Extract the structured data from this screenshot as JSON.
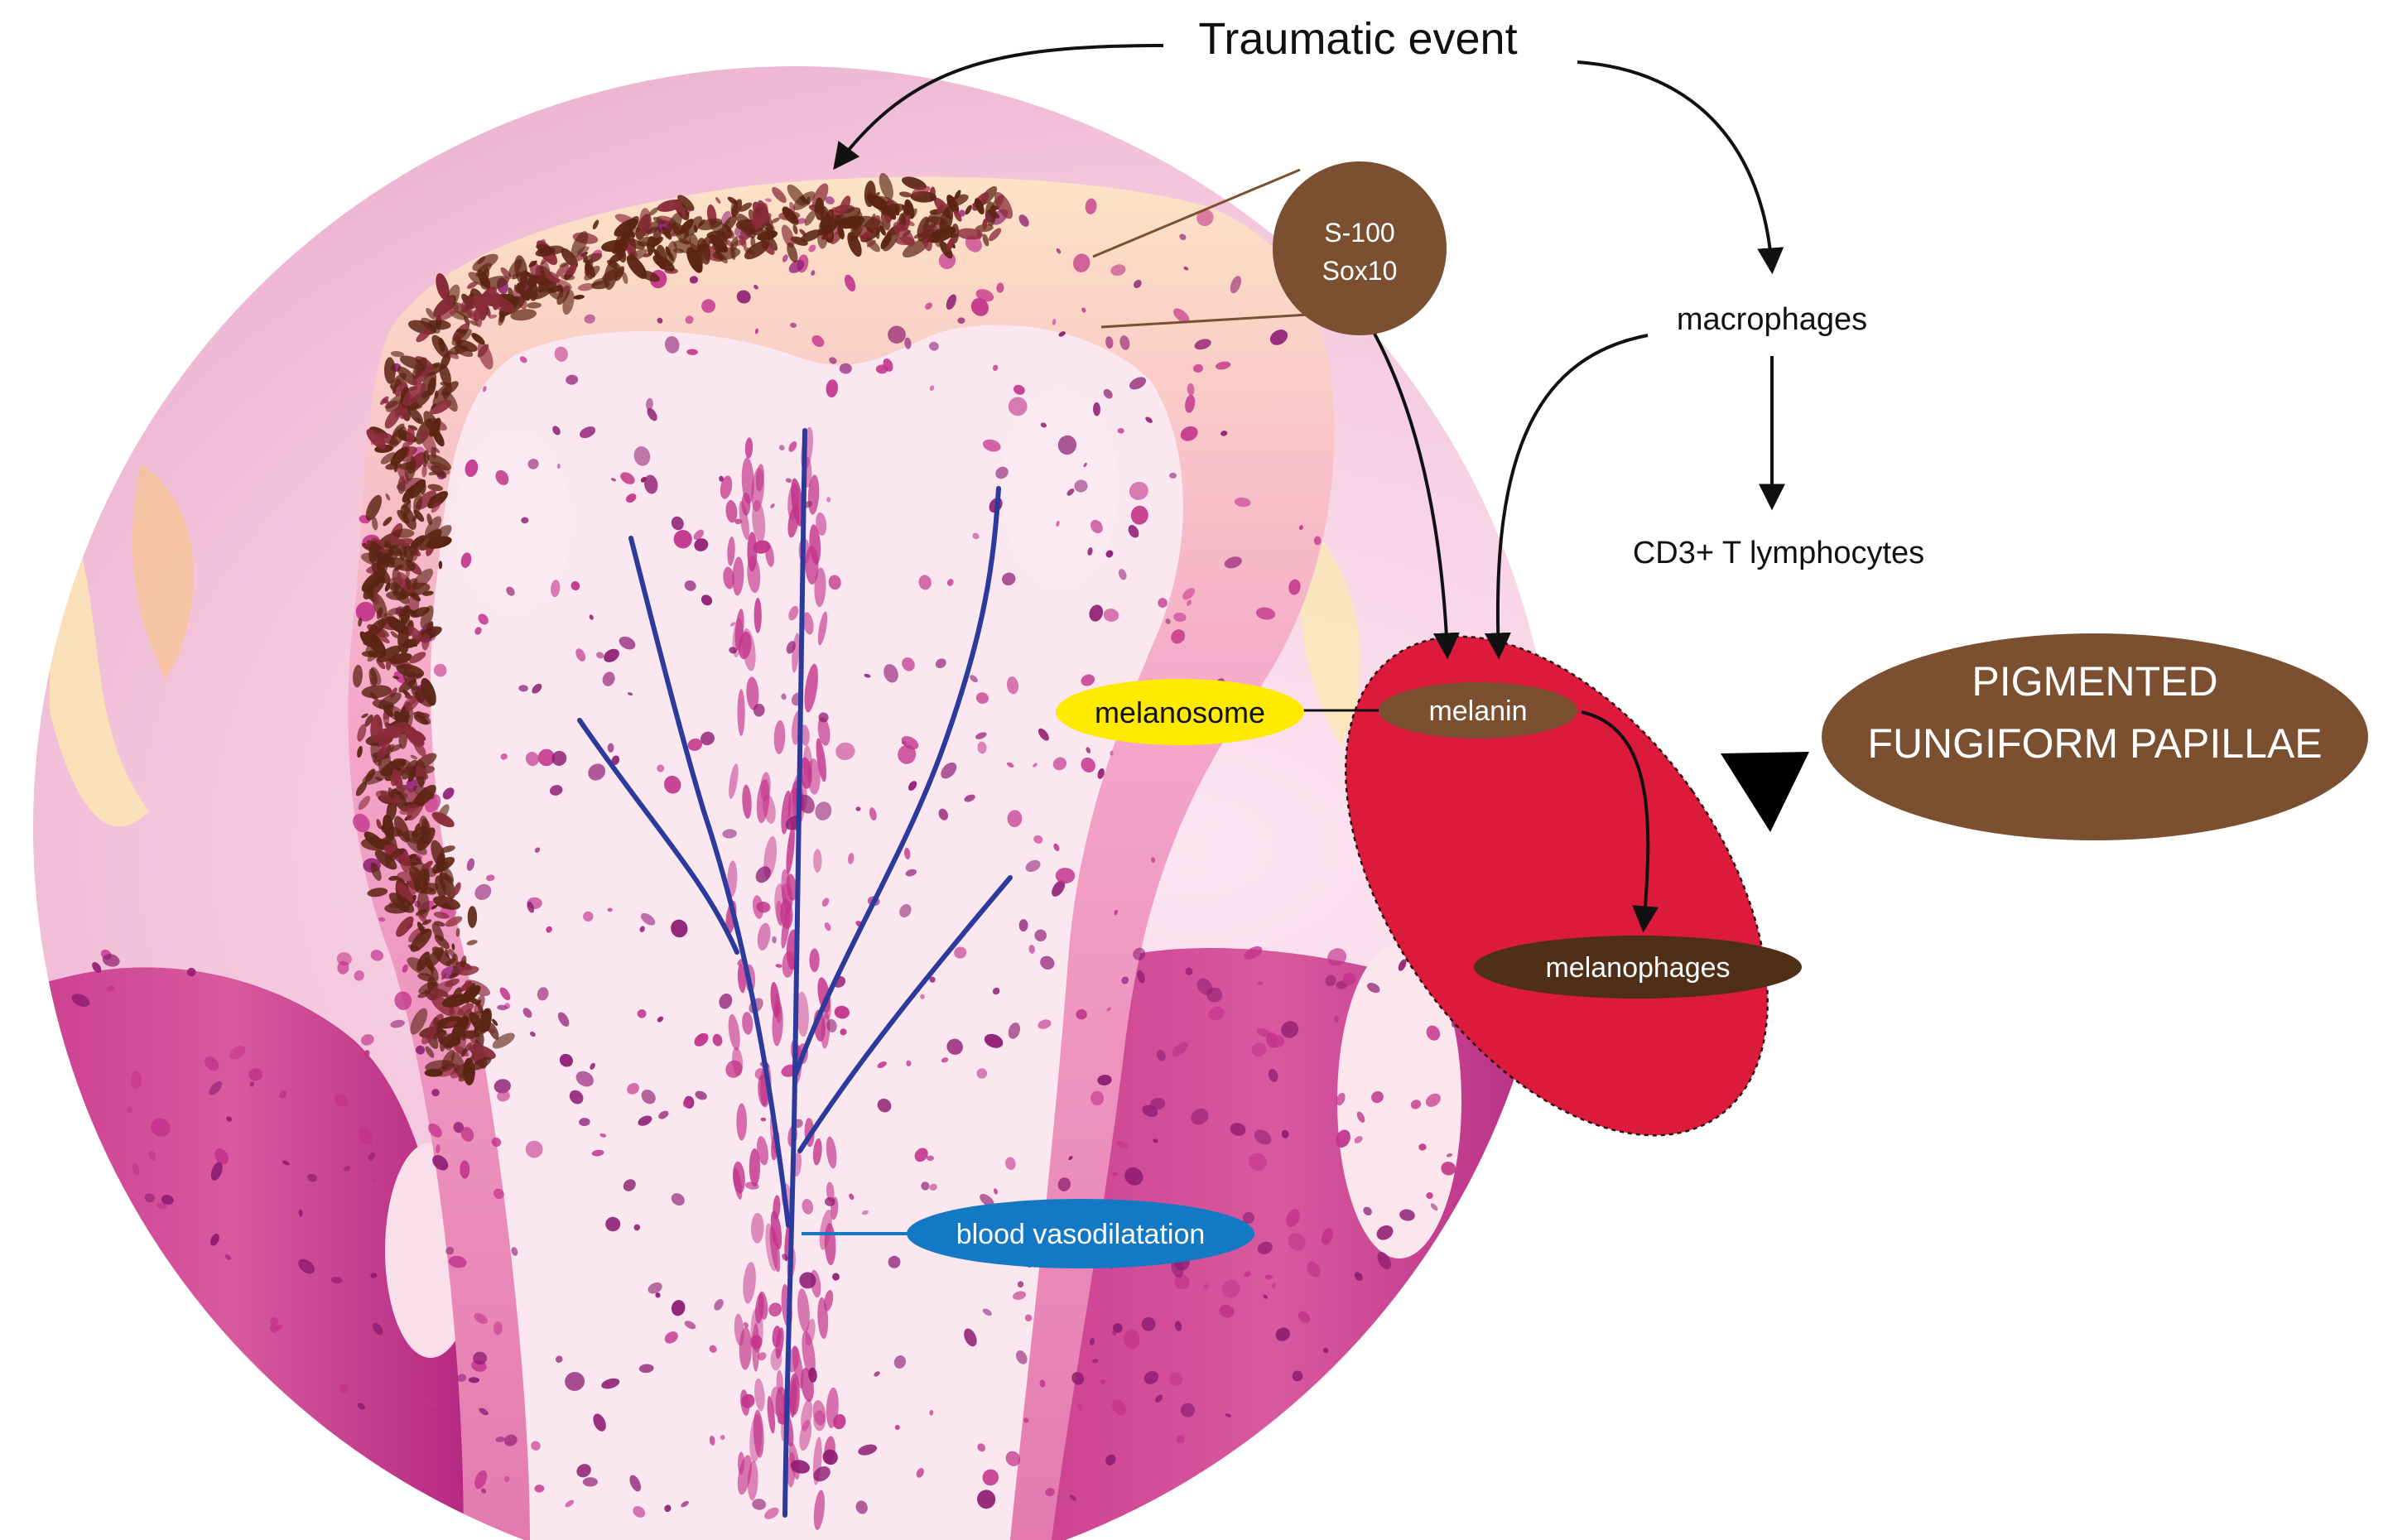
{
  "labels": {
    "traumatic_event": "Traumatic event",
    "s100": "S-100",
    "sox10": "Sox10",
    "macrophages": "macrophages",
    "cd3": "CD3+ T lymphocytes",
    "melanosome": "melanosome",
    "melanin": "melanin",
    "melanophages": "melanophages",
    "pigmented_line1": "PIGMENTED",
    "pigmented_line2": "FUNGIFORM PAPILLAE",
    "vasodilatation": "blood vasodilatation"
  },
  "colors": {
    "tissue_pink": "#f7d3e6",
    "tissue_magenta": "#c2338a",
    "pigment_brown": "#5b2413",
    "vessel_blue": "#2b3a9b",
    "nucleus_purple": "#8e1c72",
    "brown_badge": "#7a5030",
    "dark_brown_badge": "#4f2f17",
    "red_zone": "#dc1a3c",
    "yellow_badge": "#ffea00",
    "blue_badge": "#1479c4"
  }
}
